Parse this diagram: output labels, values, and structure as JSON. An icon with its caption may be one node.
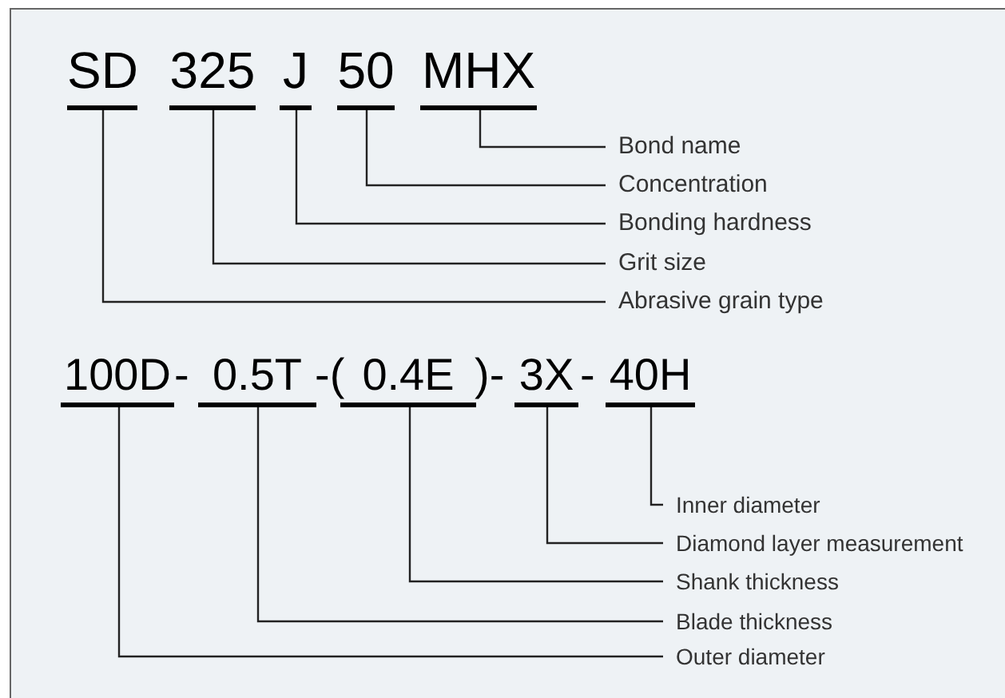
{
  "diagram": {
    "nodes": [
      {
        "text": [
          "SD"
        ]
      },
      {
        "text": [
          "325"
        ]
      },
      {
        "text": [
          "J"
        ]
      },
      {
        "text": [
          "50"
        ]
      },
      {
        "text": [
          "MHX"
        ]
      },
      {
        "text": [
          "Bond name"
        ]
      },
      {
        "text": [
          "Concentration"
        ]
      },
      {
        "text": [
          "Bonding hardness"
        ]
      },
      {
        "text": [
          "Grit size"
        ]
      },
      {
        "text": [
          "Abrasive grain type"
        ]
      },
      {
        "text": [
          "100D"
        ]
      },
      {
        "text": [
          "0.5T"
        ]
      },
      {
        "text": [
          "0.4E"
        ]
      },
      {
        "text": [
          "3X"
        ]
      },
      {
        "text": [
          "40H"
        ]
      },
      {
        "text": [
          "Inner diameter"
        ]
      },
      {
        "text": [
          "Diamond layer measurement"
        ]
      },
      {
        "text": [
          "Shank thickness"
        ]
      },
      {
        "text": [
          "Blade thickness"
        ]
      },
      {
        "text": [
          "Outer diameter"
        ]
      }
    ],
    "edges": [
      {
        "from": 5,
        "to": 4,
        "arrow": "none"
      },
      {
        "from": 6,
        "to": 3,
        "arrow": "none"
      },
      {
        "from": 7,
        "to": 2,
        "arrow": "none"
      },
      {
        "from": 8,
        "to": 1,
        "arrow": "none"
      },
      {
        "from": 9,
        "to": 0,
        "arrow": "none"
      },
      {
        "from": 15,
        "to": 14,
        "arrow": "none"
      },
      {
        "from": 16,
        "to": 13,
        "arrow": "none"
      },
      {
        "from": 17,
        "to": 12,
        "arrow": "none"
      },
      {
        "from": 18,
        "to": 11,
        "arrow": "none"
      },
      {
        "from": 19,
        "to": 10,
        "arrow": "none"
      }
    ],
    "labels": [
      "-",
      "-(",
      ")-",
      "-"
    ]
  }
}
